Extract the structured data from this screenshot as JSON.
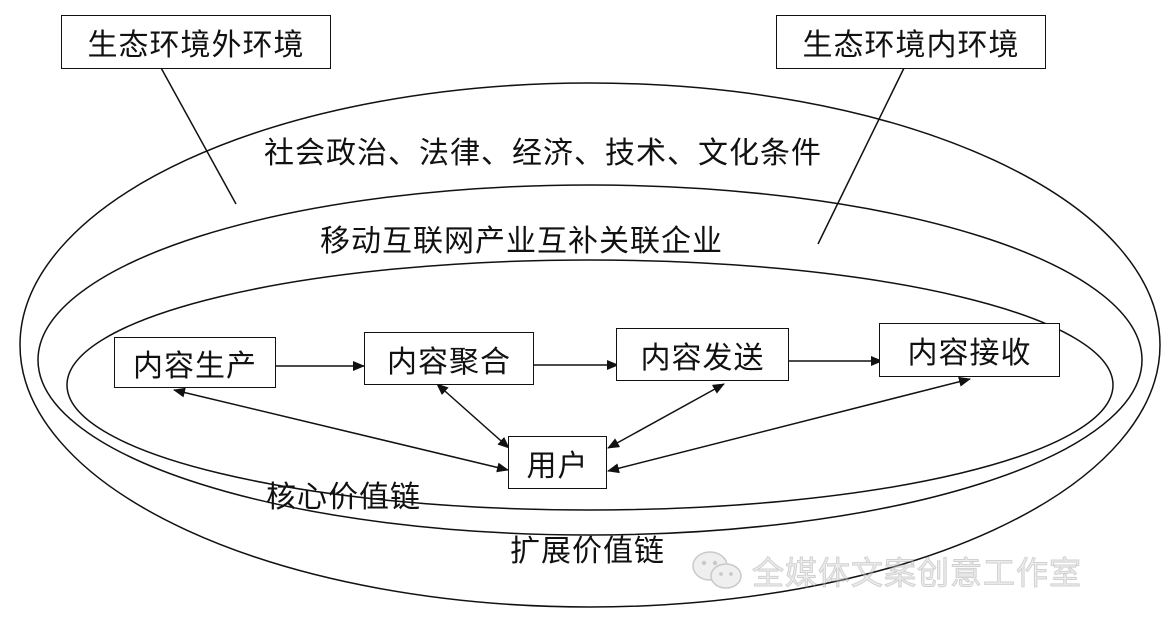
{
  "labels": {
    "outer_env": "生态环境外环境",
    "inner_env": "生态环境内环境",
    "social_conditions": "社会政治、法律、经济、技术、文化条件",
    "complementary": "移动互联网产业互补关联企业",
    "core_chain": "核心价值链",
    "extended_chain": "扩展价值链"
  },
  "nodes": {
    "production": "内容生产",
    "aggregation": "内容聚合",
    "distribution": "内容发送",
    "reception": "内容接收",
    "user": "用户"
  },
  "watermark": {
    "text": "全媒体文案创意工作室",
    "icon": "wechat-icon"
  }
}
